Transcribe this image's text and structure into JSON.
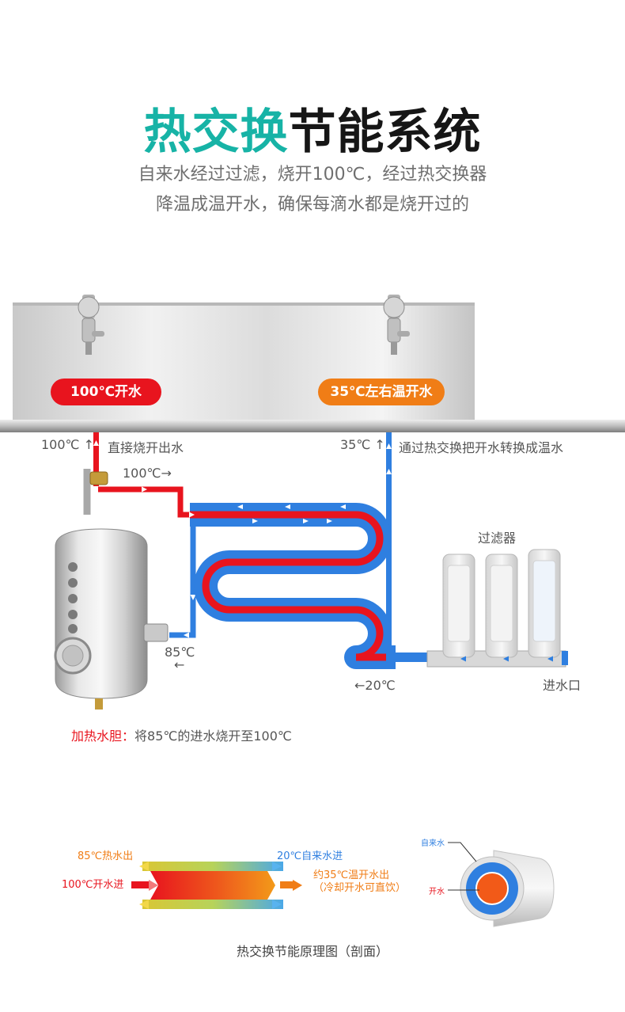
{
  "title": {
    "part1": "热交换",
    "part2": "节能系统"
  },
  "subtitle": {
    "line1": "自来水经过过滤，烧开100℃，经过热交换器",
    "line2": "降温成温开水，确保每滴水都是烧开过的"
  },
  "badges": {
    "hot": "100℃开水",
    "warm": "35℃左右温开水"
  },
  "flow_labels": {
    "hot_temp": "100℃ ↑",
    "hot_desc": "直接烧开出水",
    "warm_temp": "35℃ ↑",
    "warm_desc": "通过热交换把开水转换成温水",
    "pipe_hot": "100℃→",
    "return_temp": "85℃",
    "return_arrow": "←",
    "inlet_temp": "←20℃",
    "filter": "过滤器",
    "inlet": "进水口",
    "tank_title": "加热水胆：",
    "tank_desc": "将85℃的进水烧开至100℃"
  },
  "principle": {
    "out_85": "85℃热水出",
    "in_20": "20℃自来水进",
    "in_100": "100℃开水进",
    "out_35_line1": "约35℃温开水出",
    "out_35_line2": "（冷却开水可直饮）",
    "tap_water": "自来水",
    "boiled_water": "开水",
    "caption": "热交换节能原理图（剖面）"
  },
  "colors": {
    "teal": "#17b3a6",
    "hot": "#e8141e",
    "cold": "#2f7fe0",
    "orange": "#f07d16"
  }
}
